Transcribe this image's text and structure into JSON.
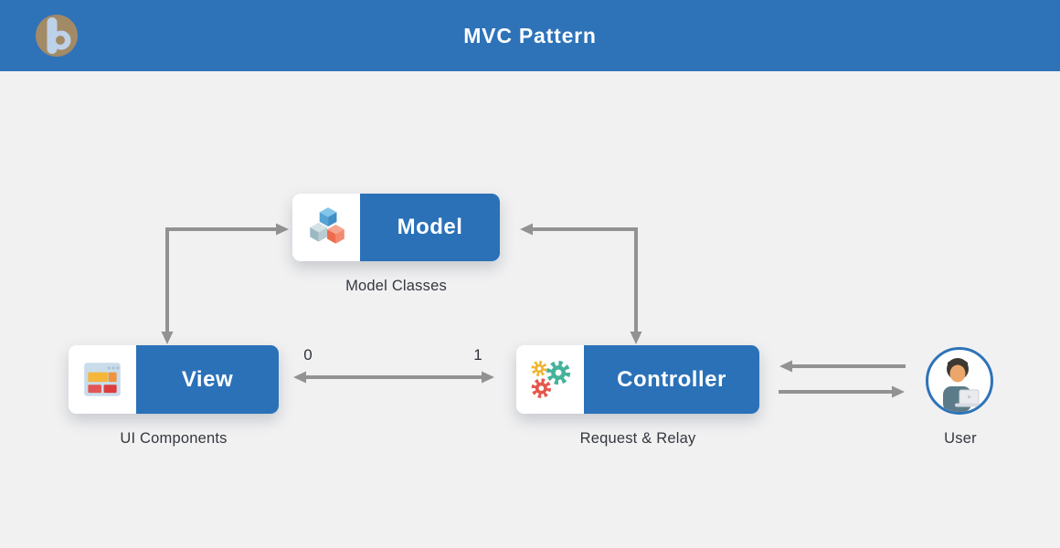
{
  "header": {
    "title": "MVC Pattern",
    "logo_icon": "b-logo-icon"
  },
  "nodes": [
    {
      "id": "model",
      "label": "Model",
      "sublabel": "Model Classes",
      "icon": "cubes-icon"
    },
    {
      "id": "view",
      "label": "View",
      "sublabel": "UI Components",
      "icon": "browser-window-icon"
    },
    {
      "id": "controller",
      "label": "Controller",
      "sublabel": "Request & Relay",
      "icon": "gears-icon"
    }
  ],
  "actor": {
    "label": "User",
    "icon": "person-laptop-icon"
  },
  "edge_labels": {
    "view_controller_left": "0",
    "view_controller_right": "1"
  },
  "colors": {
    "header_bg": "#2e73b8",
    "node_bg": "#2b71b8",
    "canvas_bg": "#f1f1f2",
    "arrow": "#929292",
    "text_dark": "#33383e",
    "logo_tan": "#a28a67",
    "logo_blue": "#bdd2e8",
    "avatar_border": "#2e73b8"
  }
}
